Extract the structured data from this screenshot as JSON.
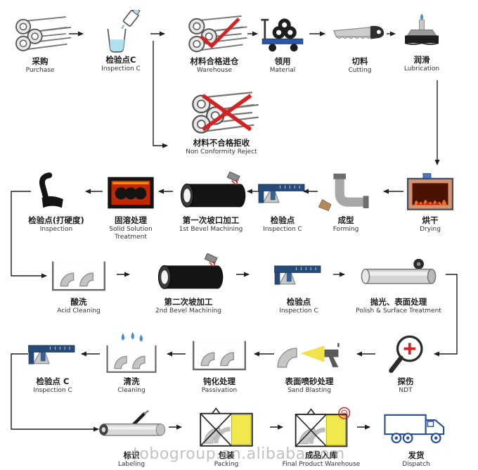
{
  "watermark": "tobogroup.en.alibaba.com",
  "colors": {
    "arrow": "#1e1e1e",
    "mark_red": "#d42222",
    "furnace_red": "#c22700",
    "flame_orange": "#f07020",
    "packing_yellow": "#f1e84d",
    "cart_blue": "#2a56a8",
    "truck_blue": "#2a4f9e",
    "water_blue": "#3b8fd4",
    "caliper_blue": "#274a78"
  },
  "nodes": {
    "purchase": {
      "zh": "采购",
      "en": "Purchase"
    },
    "inspection_c1": {
      "zh": "检验点C",
      "en": "Inspection C"
    },
    "warehouse": {
      "zh": "材料合格进仓",
      "en": "Warehouse"
    },
    "reject": {
      "zh": "材料不合格拒收",
      "en": "Non Conformity Reject"
    },
    "material": {
      "zh": "领用",
      "en": "Material"
    },
    "cutting": {
      "zh": "切料",
      "en": "Cutting"
    },
    "lubrication": {
      "zh": "润滑",
      "en": "Lubrication"
    },
    "drying": {
      "zh": "烘干",
      "en": "Drying"
    },
    "forming": {
      "zh": "成型",
      "en": "Forming"
    },
    "inspection_c2": {
      "zh": "检验点",
      "en": "Inspection C"
    },
    "bevel1": {
      "zh": "第一次坡口加工",
      "en": "1st Bevel Machining"
    },
    "solid_solution": {
      "zh": "固溶处理",
      "en": "Solid Solution Treatment"
    },
    "hardness": {
      "zh": "检验点(打硬度)",
      "en": "Inspection"
    },
    "acid_cleaning": {
      "zh": "酸洗",
      "en": "Acid Cleaning"
    },
    "bevel2": {
      "zh": "第二次坡加工",
      "en": "2nd Bevel Machining"
    },
    "inspection_c3": {
      "zh": "检验点",
      "en": "Inspection C"
    },
    "polish": {
      "zh": "抛光、表面处理",
      "en": "Polish & Surface Treatment"
    },
    "ndt": {
      "zh": "探伤",
      "en": "NDT"
    },
    "sand_blasting": {
      "zh": "表面喷砂处理",
      "en": "Sand Blasting"
    },
    "passivation": {
      "zh": "钝化处理",
      "en": "Passivation"
    },
    "cleaning": {
      "zh": "清洗",
      "en": "Cleaning"
    },
    "inspection_c4": {
      "zh": "检验点 C",
      "en": "Inspection C"
    },
    "labeling": {
      "zh": "标识",
      "en": "Labeling"
    },
    "packing": {
      "zh": "包装",
      "en": "Packing"
    },
    "final_warehouse": {
      "zh": "成品入库",
      "en": "Final Product Warehouse"
    },
    "dispatch": {
      "zh": "发货",
      "en": "Dispatch"
    }
  }
}
